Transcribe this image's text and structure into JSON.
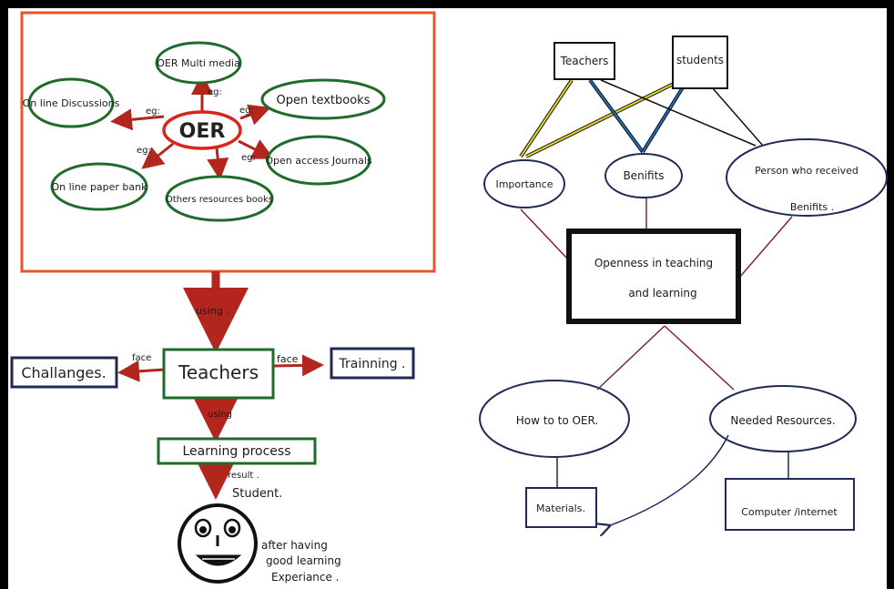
{
  "left_panel": {
    "center": "OER",
    "eg_label": "eg:",
    "bubbles": {
      "multimedia": "OER Multi media",
      "online_discussions": "On line Discussions",
      "open_textbooks": "Open textbooks",
      "open_access_journals": "Open access Journals",
      "online_paper_bank": "On line paper bank",
      "other_resources_books": "Others resources books"
    },
    "using_label": "using .",
    "teachers": "Teachers",
    "face_label": "face",
    "challanges": "Challanges.",
    "trainning": "Trainning .",
    "using_label_2": "using",
    "learning_process": "Learning process",
    "result_label": "result .",
    "student_label": "Student.",
    "after_text": [
      "after having",
      "good learning",
      "Experiance ."
    ]
  },
  "right_panel": {
    "teachers": "Teachers",
    "students": "students",
    "importance": "Importance",
    "benifits": "Benifits",
    "person_who_received": [
      "Person who received",
      "Benifits ."
    ],
    "center": [
      "Openness in teaching",
      "and learning"
    ],
    "how_to_oer": "How to to OER.",
    "needed_resources": "Needed Resources.",
    "materials": "Materials.",
    "computer_internet": "Computer /internet"
  },
  "colors": {
    "frame": "#000000",
    "orange_box": "#e8552a",
    "red_arrow": "#b3261e",
    "green_border": "#1e6b2a",
    "navy_border": "#1f2a55",
    "oer_ring": "#d9261c",
    "yellow_line": "#e8d82a",
    "blue_line": "#1f6fb5",
    "maroon_line": "#7a2a2a"
  }
}
